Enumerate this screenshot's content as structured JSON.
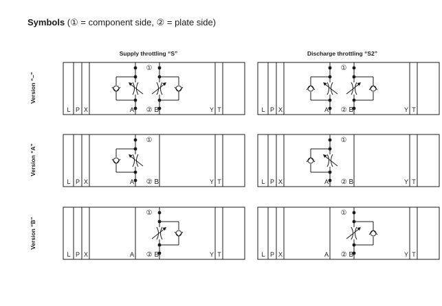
{
  "heading": {
    "bold": "Symbols",
    "rest": " (① = component side, ② = plate side)"
  },
  "columns": [
    {
      "title": "Supply throttling “S”",
      "check_orientation": "supply"
    },
    {
      "title": "Discharge throttling “S2”",
      "check_orientation": "discharge"
    }
  ],
  "rows": [
    {
      "label": "Version “–”",
      "channels": [
        "A",
        "B"
      ]
    },
    {
      "label": "Version “A”",
      "channels": [
        "A"
      ]
    },
    {
      "label": "Version “B”",
      "channels": [
        "B"
      ]
    }
  ],
  "ports": {
    "left": [
      "L",
      "P",
      "X"
    ],
    "channel_a": "A",
    "plate": "② B",
    "component": "①",
    "right": [
      "Y",
      "T"
    ]
  },
  "colors": {
    "line": "#1a1a1a",
    "background": "#ffffff"
  }
}
